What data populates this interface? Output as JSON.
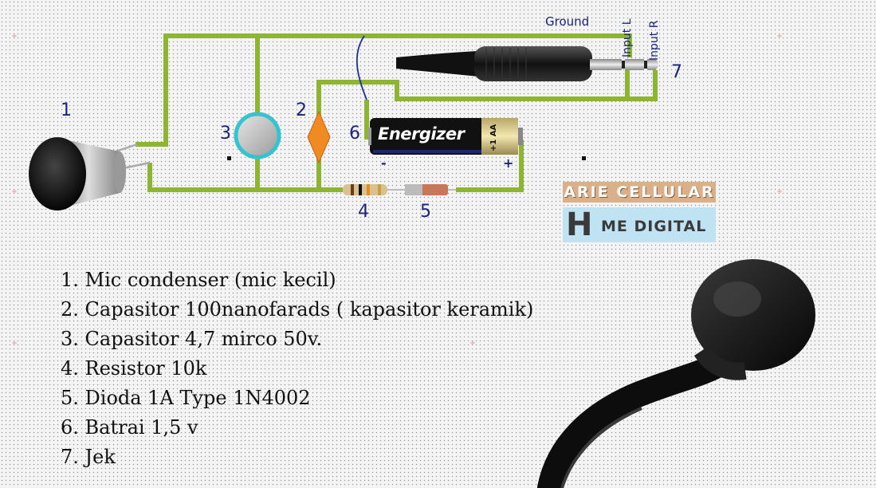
{
  "labels": {
    "ground": "Ground",
    "input_l": "Input L",
    "input_r": "Input R",
    "n1": "1",
    "n2": "2",
    "n3": "3",
    "n4": "4",
    "n5": "5",
    "n6": "6",
    "n7": "7",
    "minus": "-",
    "plus": "+"
  },
  "battery": {
    "brand": "Energizer",
    "size": "+1 AA"
  },
  "logo": {
    "line1": "ARIE CELLULAR",
    "line2": "ME DIGITAL",
    "h_letter": "H"
  },
  "legend": [
    "1. Mic condenser (mic kecil)",
    "2. Capasitor 100nanofarads ( kapasitor keramik)",
    "3. Capasitor 4,7 mirco 50v.",
    "4. Resistor 10k",
    "5. Dioda 1A Type 1N4002",
    "6. Batrai 1,5 v",
    "7. Jek"
  ],
  "colors": {
    "wire": "#8db531",
    "label": "#1a237e",
    "capacitor_ring": "#35c4cf",
    "ceramic_cap": "#f08b21"
  }
}
